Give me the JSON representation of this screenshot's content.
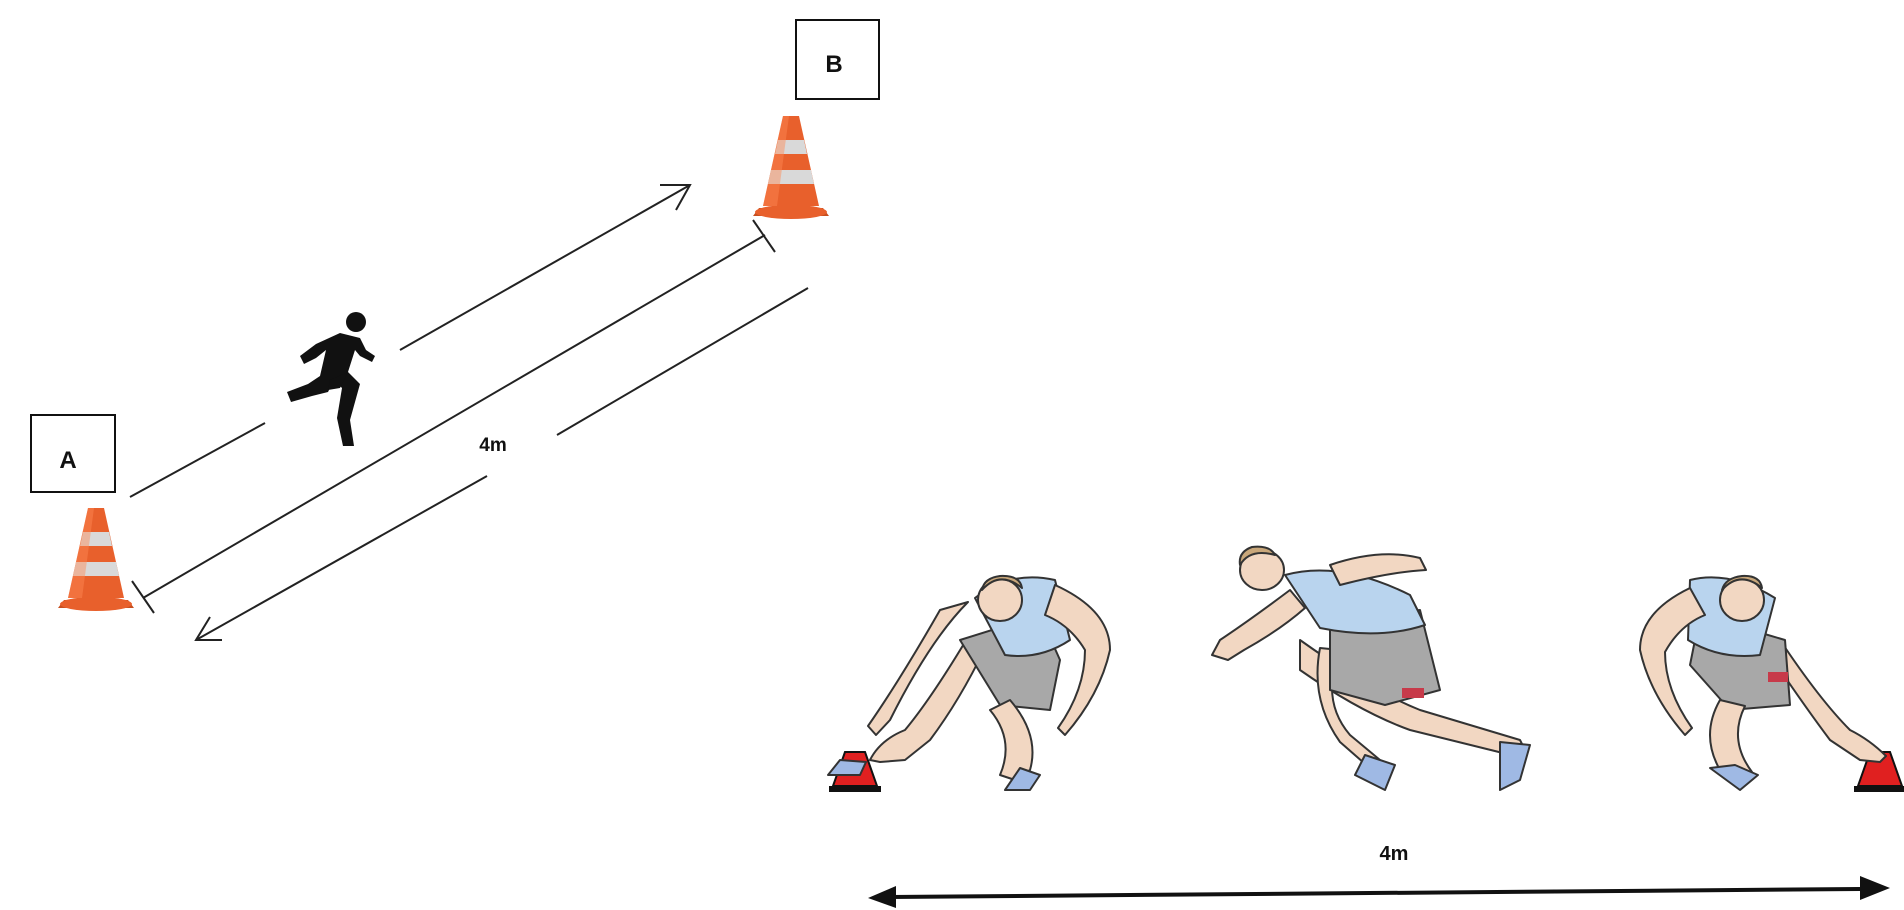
{
  "top_diagram": {
    "cone_a_label": "A",
    "cone_b_label": "B",
    "distance_label": "4m"
  },
  "bottom_diagram": {
    "distance_label": "4m"
  },
  "colors": {
    "cone_orange": "#e8602c",
    "cone_stripe": "#d9d9d9",
    "floor_cone_red": "#e02020",
    "shirt": "#b9d4ee",
    "shorts": "#a8a8a8",
    "shoes": "#9fb9e4",
    "skin": "#f2d7c2",
    "hair": "#c9a77a"
  },
  "icons": [
    "traffic-cone-icon",
    "running-person-icon",
    "athlete-figure"
  ]
}
